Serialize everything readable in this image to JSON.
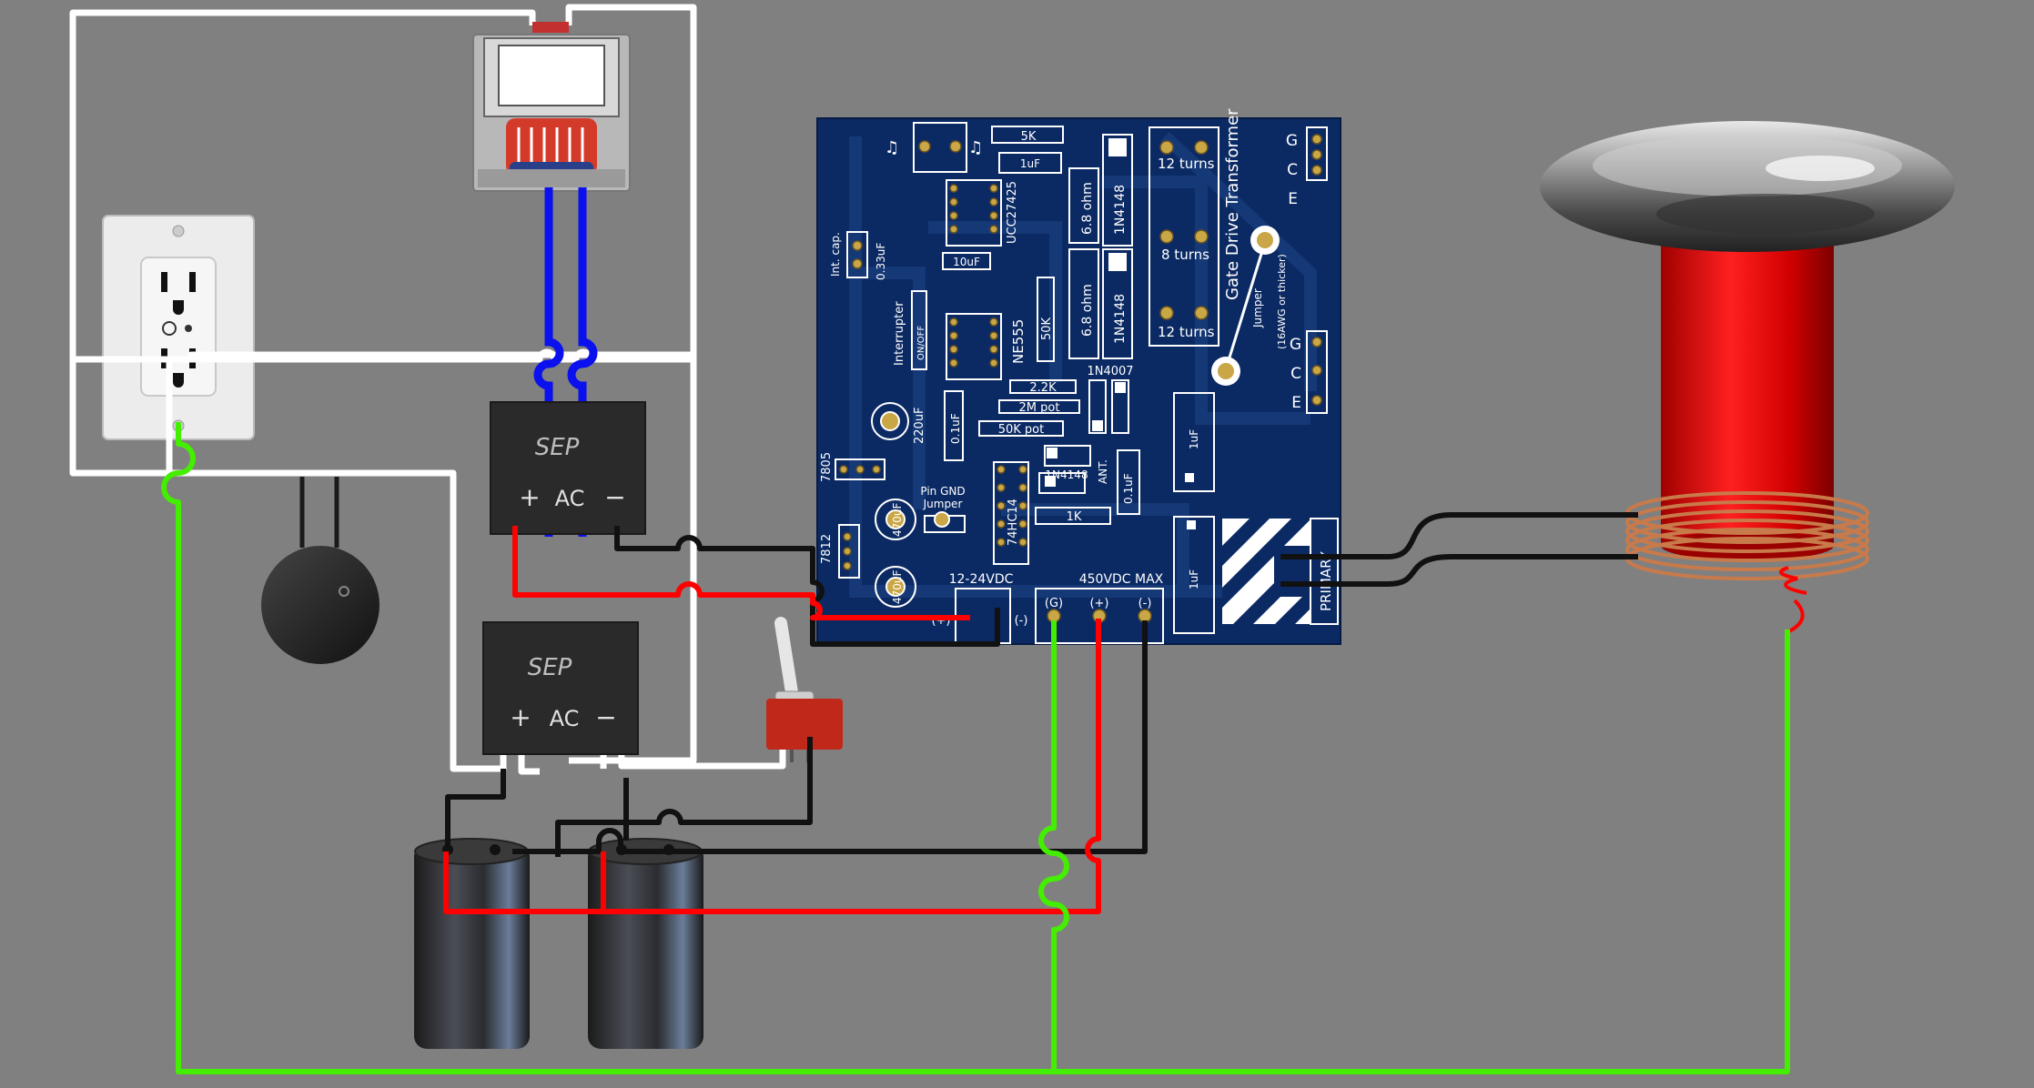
{
  "colors": {
    "background": "#808080",
    "pcb": "#0b2a64",
    "pcb_trace": "#173a78",
    "silkscreen": "#ffffff",
    "pad": "#c9a646",
    "wire_white": "#ffffff",
    "wire_blue": "#0a10ee",
    "wire_red": "#ff0000",
    "wire_black": "#111111",
    "wire_green": "#44ee00",
    "coil_red": "#e00000",
    "copper": "#c97a4a"
  },
  "pcb": {
    "title": "Gate Drive Transformer",
    "jumper": "Jumper",
    "jumper_note": "(16AWG or thicker)",
    "turns_top": "12 turns",
    "turns_mid": "8 turns",
    "turns_bot": "12 turns",
    "gce_top": [
      "G",
      "C",
      "E"
    ],
    "gce_bot": [
      "G",
      "C",
      "E"
    ],
    "primary": "PRIMARY",
    "r_5k": "5K",
    "c_1uf_top": "1uF",
    "ic_ucc": "UCC27425",
    "r_68a": "6.8 ohm",
    "r_68b": "6.8 ohm",
    "d_1n4148a": "1N4148",
    "d_1n4148b": "1N4148",
    "int_cap": "Int. cap.",
    "c_033": "0.33uF",
    "c_10uf": "10uF",
    "interrupter": "Interrupter",
    "on_off": "ON/OFF",
    "ic_ne555": "NE555",
    "r_50k": "50K",
    "d_1n4007": "1N4007",
    "r_22k": "2.2K",
    "pot_2m": "2M pot",
    "pot_50k": "50K pot",
    "c_01a": "0.1uF",
    "c_220": "220uF",
    "reg_7805": "7805",
    "reg_7812": "7812",
    "c_470a": "470uF",
    "c_470b": "470uF",
    "pin_gnd": "Pin GND",
    "pin_jumper": "Jumper",
    "ic_74hc14": "74HC14",
    "d_1n4148c": "1N4148",
    "ant": "ANT.",
    "c_01b": "0.1uF",
    "r_1k": "1K",
    "c_1uf_a": "1uF",
    "c_1uf_b": "1uF",
    "input_12_24": "12-24VDC",
    "plus_small": "(+)",
    "minus_small": "(-)",
    "hv_max": "450VDC MAX",
    "hv_g": "(G)",
    "hv_plus": "(+)",
    "hv_minus": "(-)"
  },
  "bridge_top": {
    "brand": "SEP",
    "plus": "+",
    "ac": "AC",
    "minus": "−"
  },
  "bridge_bottom": {
    "brand": "SEP",
    "plus": "+",
    "ac": "AC",
    "minus": "−"
  },
  "speaker_symbols": [
    "♫",
    "♫"
  ]
}
